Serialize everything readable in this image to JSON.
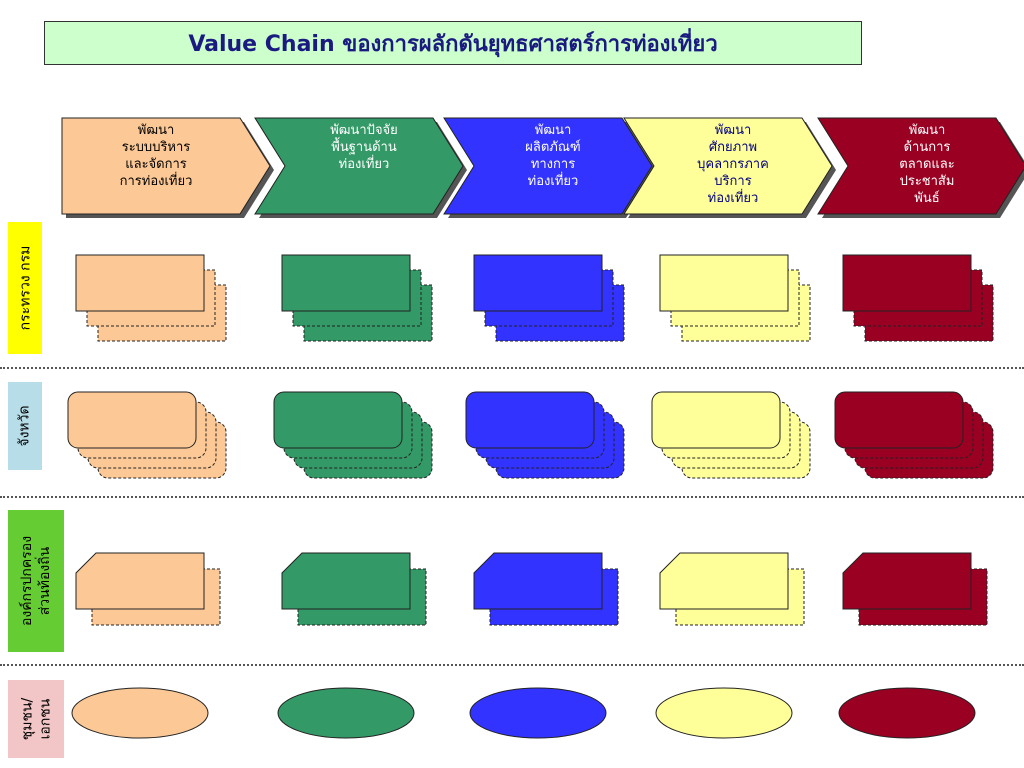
{
  "title": "Value Chain  ของการผลักดันยุทธศาสตร์การท่องเที่ยว",
  "colors": {
    "peach": "#fcc996",
    "green": "#339966",
    "blue": "#3333ff",
    "yellow": "#ffff99",
    "red": "#990022",
    "title_bg": "#ccffcc",
    "label_yellow": "#ffff00",
    "label_cyan": "#b7dde8",
    "label_green": "#66cc33",
    "label_pink": "#f2c6c6"
  },
  "chevrons": [
    {
      "label": "พัฒนา\nระบบบริหาร\nและจัดการ\nการท่องเที่ยว",
      "color": "#fcc996",
      "text_color": "#000000"
    },
    {
      "label": "พัฒนาปัจจัย\nพื้นฐานด้าน\nท่องเที่ยว",
      "color": "#339966",
      "text_color": "#ffffff"
    },
    {
      "label": "พัฒนา\nผลิตภัณฑ์\nทางการ\nท่องเที่ยว",
      "color": "#3333ff",
      "text_color": "#ffffff"
    },
    {
      "label": "พัฒนา\nศักยภาพ\nบุคลากรภาค\nบริการ\nท่องเที่ยว",
      "color": "#ffff99",
      "text_color": "#000080"
    },
    {
      "label": "พัฒนา\nด้านการ\nตลาดและ\nประชาสัม\nพันธ์",
      "color": "#990022",
      "text_color": "#ffffff"
    }
  ],
  "rows": [
    {
      "label": "กระทรวง กรม",
      "bg": "#ffff00",
      "shape": "rect"
    },
    {
      "label": "จังหวัด",
      "bg": "#b7dde8",
      "shape": "rounded"
    },
    {
      "label": "องค์กรปกครอง\nส่วนท้องถิ่น",
      "bg": "#66cc33",
      "shape": "cut"
    },
    {
      "label": "ชุมชน/\nเอกชน",
      "bg": "#f2c6c6",
      "shape": "ellipse"
    }
  ]
}
